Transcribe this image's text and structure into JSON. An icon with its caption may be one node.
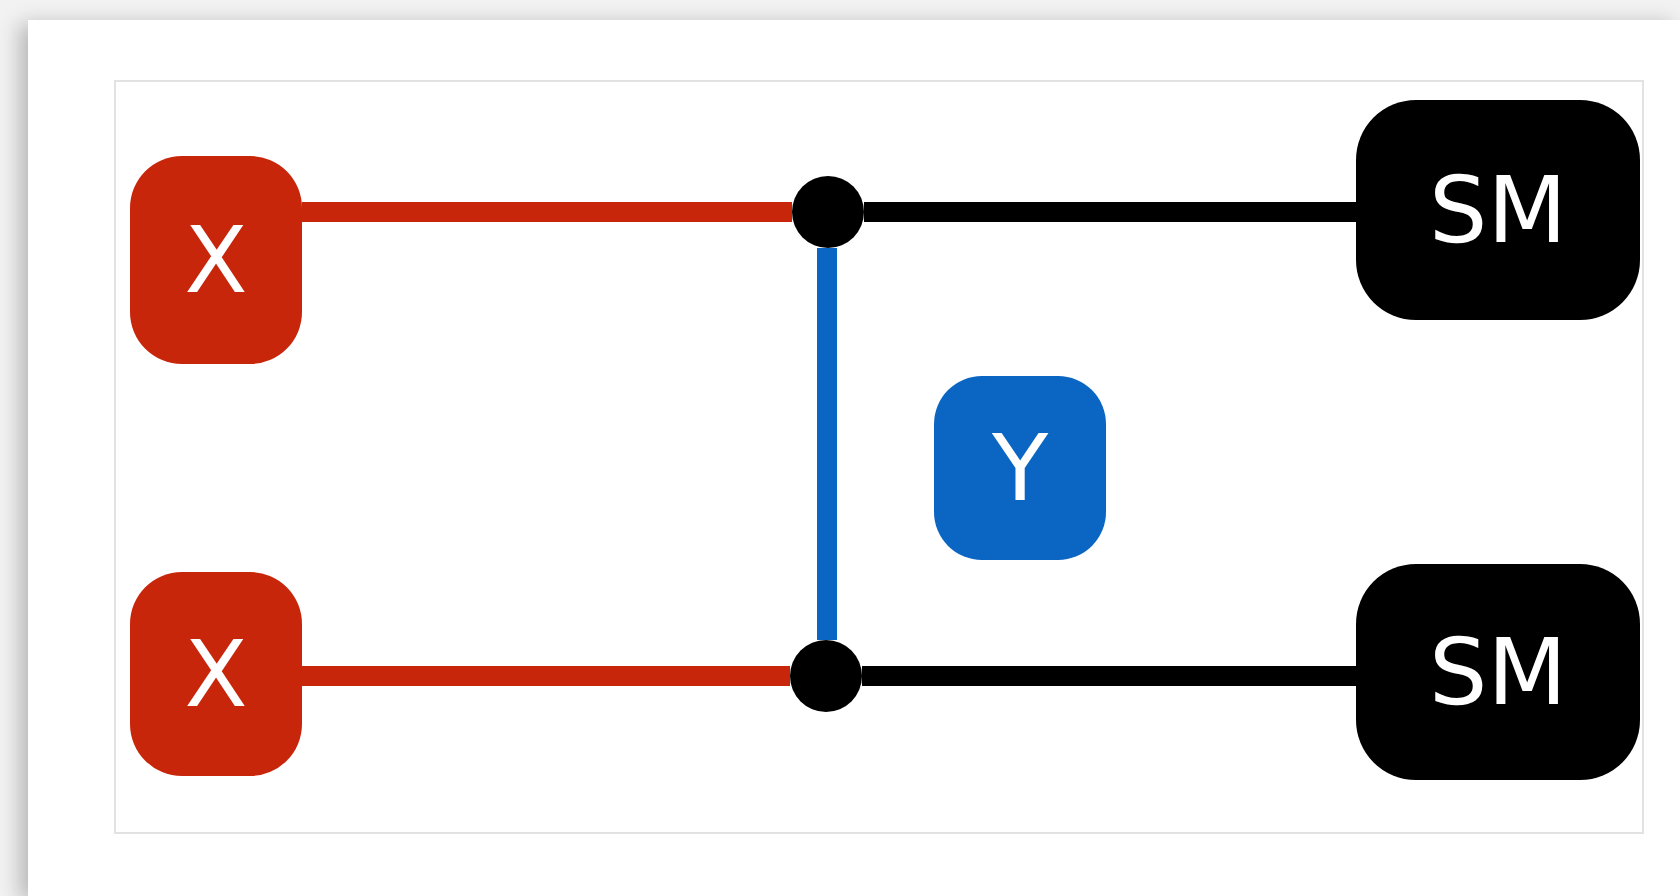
{
  "diagram": {
    "nodes": [
      {
        "text": [
          "X"
        ]
      },
      {
        "text": [],
        "shape": "circle"
      },
      {
        "text": [
          "SM"
        ]
      },
      {
        "text": [
          "Y"
        ]
      },
      {
        "text": [
          "X"
        ]
      },
      {
        "text": [],
        "shape": "circle"
      },
      {
        "text": [
          "SM"
        ]
      }
    ],
    "edges": [
      {
        "from": 0,
        "to": 1,
        "arrow": "none",
        "color": "#c8260b"
      },
      {
        "from": 1,
        "to": 2,
        "arrow": "none",
        "color": "#000000"
      },
      {
        "from": 1,
        "to": 5,
        "arrow": "none",
        "color": "#0a66c2"
      },
      {
        "from": 4,
        "to": 5,
        "arrow": "none",
        "color": "#c8260b"
      },
      {
        "from": 5,
        "to": 6,
        "arrow": "none",
        "color": "#000000"
      }
    ]
  }
}
